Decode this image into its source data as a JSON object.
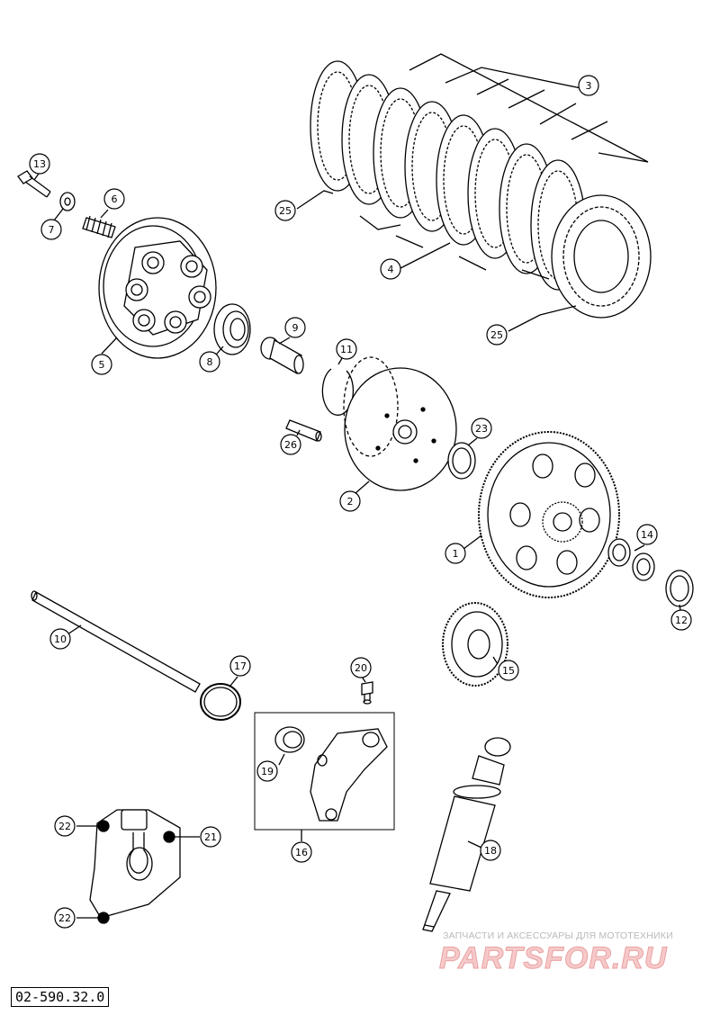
{
  "document_code": "02-590.32.0",
  "watermark": {
    "tagline": "ЗАПЧАСТИ И АКСЕССУАРЫ ДЛЯ МОТОТЕХНИКИ",
    "brand": "PARTSFOR.RU"
  },
  "callouts": [
    {
      "id": "callout-1",
      "label": "1"
    },
    {
      "id": "callout-2",
      "label": "2"
    },
    {
      "id": "callout-3",
      "label": "3"
    },
    {
      "id": "callout-4",
      "label": "4"
    },
    {
      "id": "callout-5",
      "label": "5"
    },
    {
      "id": "callout-6",
      "label": "6"
    },
    {
      "id": "callout-7",
      "label": "7"
    },
    {
      "id": "callout-8",
      "label": "8"
    },
    {
      "id": "callout-9",
      "label": "9"
    },
    {
      "id": "callout-10",
      "label": "10"
    },
    {
      "id": "callout-11",
      "label": "11"
    },
    {
      "id": "callout-12",
      "label": "12"
    },
    {
      "id": "callout-13",
      "label": "13"
    },
    {
      "id": "callout-14",
      "label": "14"
    },
    {
      "id": "callout-15",
      "label": "15"
    },
    {
      "id": "callout-16",
      "label": "16"
    },
    {
      "id": "callout-17",
      "label": "17"
    },
    {
      "id": "callout-18",
      "label": "18"
    },
    {
      "id": "callout-19",
      "label": "19"
    },
    {
      "id": "callout-20",
      "label": "20"
    },
    {
      "id": "callout-21",
      "label": "21"
    },
    {
      "id": "callout-22a",
      "label": "22"
    },
    {
      "id": "callout-22b",
      "label": "22"
    },
    {
      "id": "callout-23",
      "label": "23"
    },
    {
      "id": "callout-25a",
      "label": "25"
    },
    {
      "id": "callout-25b",
      "label": "25"
    },
    {
      "id": "callout-26",
      "label": "26"
    }
  ]
}
